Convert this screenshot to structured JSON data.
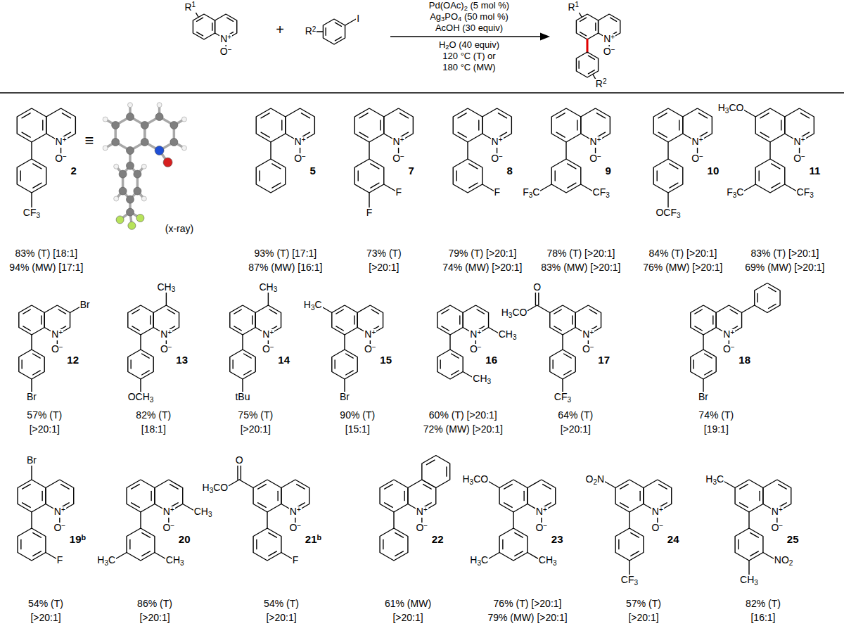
{
  "diagram": {
    "labels": [
      "N+",
      "O−",
      "R1",
      "+",
      "R2",
      "I",
      "Pd(OAc)2 (5 mol %)",
      "Ag3PO4 (50 mol %)",
      "AcOH (30 equiv)",
      "H2O (40 equiv)",
      "120 °C (T) or",
      "180 °C (MW)",
      "N+",
      "O−",
      "R1",
      "R2",
      "N+",
      "O−",
      "CF3",
      "2",
      "≡",
      "(x-ray)",
      "83% (T) [18:1]",
      "94% (MW) [17:1]",
      "N+",
      "O−",
      "5",
      "93% (T) [17:1]",
      "87% (MW) [16:1]",
      "N+",
      "O−",
      "F",
      "F",
      "7",
      "73% (T)",
      "[>20:1]",
      "N+",
      "O−",
      "F",
      "8",
      "79% (T) [>20:1]",
      "74% (MW) [>20:1]",
      "N+",
      "O−",
      "F3C",
      "CF3",
      "9",
      "78% (T) [>20:1]",
      "83% (MW) [>20:1]",
      "N+",
      "O−",
      "OCF3",
      "10",
      "84% (T) [>20:1]",
      "76% (MW) [>20:1]",
      "N+",
      "O−",
      "H3CO",
      "F3C",
      "CF3",
      "11",
      "83% (T) [>20:1]",
      "69% (MW) [>20:1]",
      "N+",
      "O−",
      "Br",
      "Br",
      "12",
      "57% (T)",
      "[>20:1]",
      "N+",
      "O−",
      "CH3",
      "OCH3",
      "13",
      "82% (T)",
      "[18:1]",
      "N+",
      "O−",
      "CH3",
      "tBu",
      "14",
      "75% (T)",
      "[>20:1]",
      "N+",
      "O−",
      "H3C",
      "Br",
      "15",
      "90% (T)",
      "[15:1]",
      "N+",
      "O−",
      "CH3",
      "CH3",
      "16",
      "60% (T) [>20:1]",
      "72% (MW) [>20:1]",
      "N+",
      "O−",
      "O",
      "H3CO",
      "CF3",
      "17",
      "64% (T)",
      "[>20:1]",
      "N+",
      "O−",
      "Br",
      "18",
      "74% (T)",
      "[19:1]",
      "N+",
      "O−",
      "Br",
      "F",
      "19b",
      "54% (T)",
      "[>20:1]",
      "N+",
      "O−",
      "CH3",
      "H3C",
      "CH3",
      "20",
      "86% (T)",
      "[>20:1]",
      "N+",
      "O−",
      "O",
      "H3CO",
      "F",
      "21b",
      "54% (T)",
      "[>20:1]",
      "N+",
      "O−",
      "22",
      "61% (MW)",
      "[>20:1]",
      "N+",
      "O−",
      "H3CO",
      "H3C",
      "CH3",
      "23",
      "76% (T) [>20:1]",
      "79% (MW) [>20:1]",
      "N+",
      "O−",
      "O2N",
      "CF3",
      "24",
      "57% (T)",
      "[>20:1]",
      "N+",
      "O−",
      "H3C",
      "NO2",
      "CH3",
      "25",
      "82% (T)",
      "[16:1]"
    ]
  }
}
